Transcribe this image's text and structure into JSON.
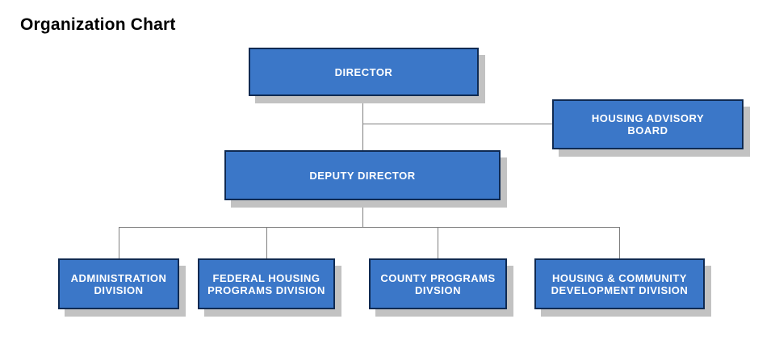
{
  "title": "Organization Chart",
  "colors": {
    "background": "#ffffff",
    "title_text": "#000000",
    "box_fill": "#3b77c8",
    "box_border": "#0f2a52",
    "box_text": "#ffffff",
    "box_shadow": "#c2c2c2",
    "connector": "#7f7f7f"
  },
  "nodes": {
    "director": {
      "label": "DIRECTOR"
    },
    "housing_advisory_board": {
      "label": "HOUSING ADVISORY\nBOARD"
    },
    "deputy_director": {
      "label": "DEPUTY DIRECTOR"
    },
    "administration_division": {
      "label": "ADMINISTRATION\nDIVISION"
    },
    "federal_housing_programs_division": {
      "label": "FEDERAL HOUSING\nPROGRAMS DIVISION"
    },
    "county_programs_divsion": {
      "label": "COUNTY PROGRAMS\nDIVSION"
    },
    "housing_community_development_division": {
      "label": "HOUSING & COMMUNITY\nDEVELOPMENT DIVISION"
    }
  },
  "edges": [
    {
      "from": "director",
      "to": "deputy_director"
    },
    {
      "from": "director",
      "to": "housing_advisory_board"
    },
    {
      "from": "deputy_director",
      "to": "administration_division"
    },
    {
      "from": "deputy_director",
      "to": "federal_housing_programs_division"
    },
    {
      "from": "deputy_director",
      "to": "county_programs_divsion"
    },
    {
      "from": "deputy_director",
      "to": "housing_community_development_division"
    }
  ]
}
